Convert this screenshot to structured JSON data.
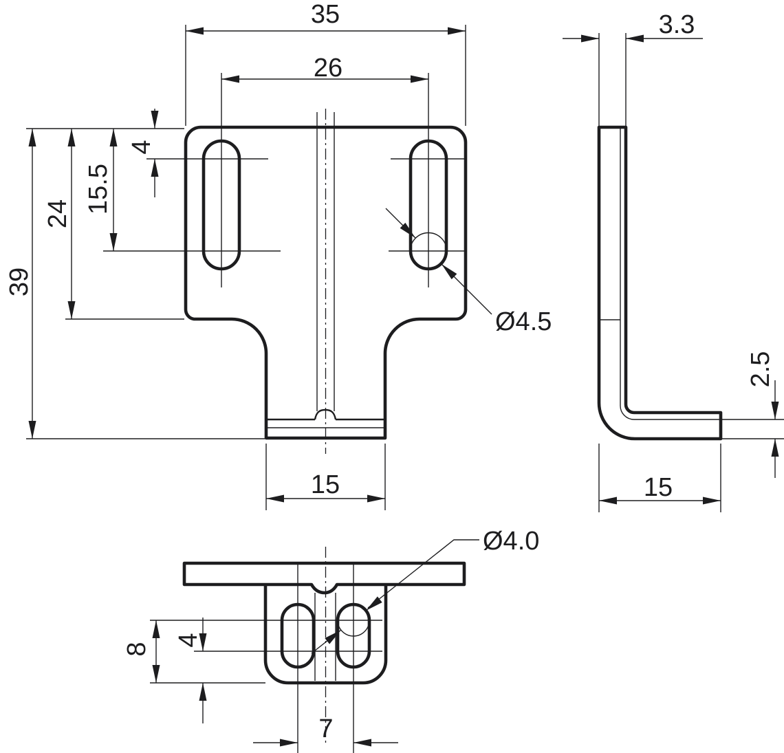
{
  "colors": {
    "ink": "#1d1d1f",
    "background": "#ffffff"
  },
  "drawing": {
    "type": "engineering-multiview",
    "unit": "mm",
    "views": {
      "front": {
        "dims": {
          "overall_width": "35",
          "slot_spacing": "26",
          "slot_center_top_offset": "4",
          "slot_center_bottom_offset": "15.5",
          "shoulder_height": "24",
          "overall_height": "39",
          "tab_width": "15",
          "slot_diameter": "Ø4.5"
        }
      },
      "side": {
        "dims": {
          "overall_depth": "3.3",
          "sheet_thickness": "2.5",
          "foot_length": "15"
        }
      },
      "bottom": {
        "dims": {
          "slot_center_to_edge": "8",
          "slot_inner_center_to_edge": "4",
          "slot_pitch": "7",
          "slot_diameter": "Ø4.0"
        }
      }
    }
  }
}
